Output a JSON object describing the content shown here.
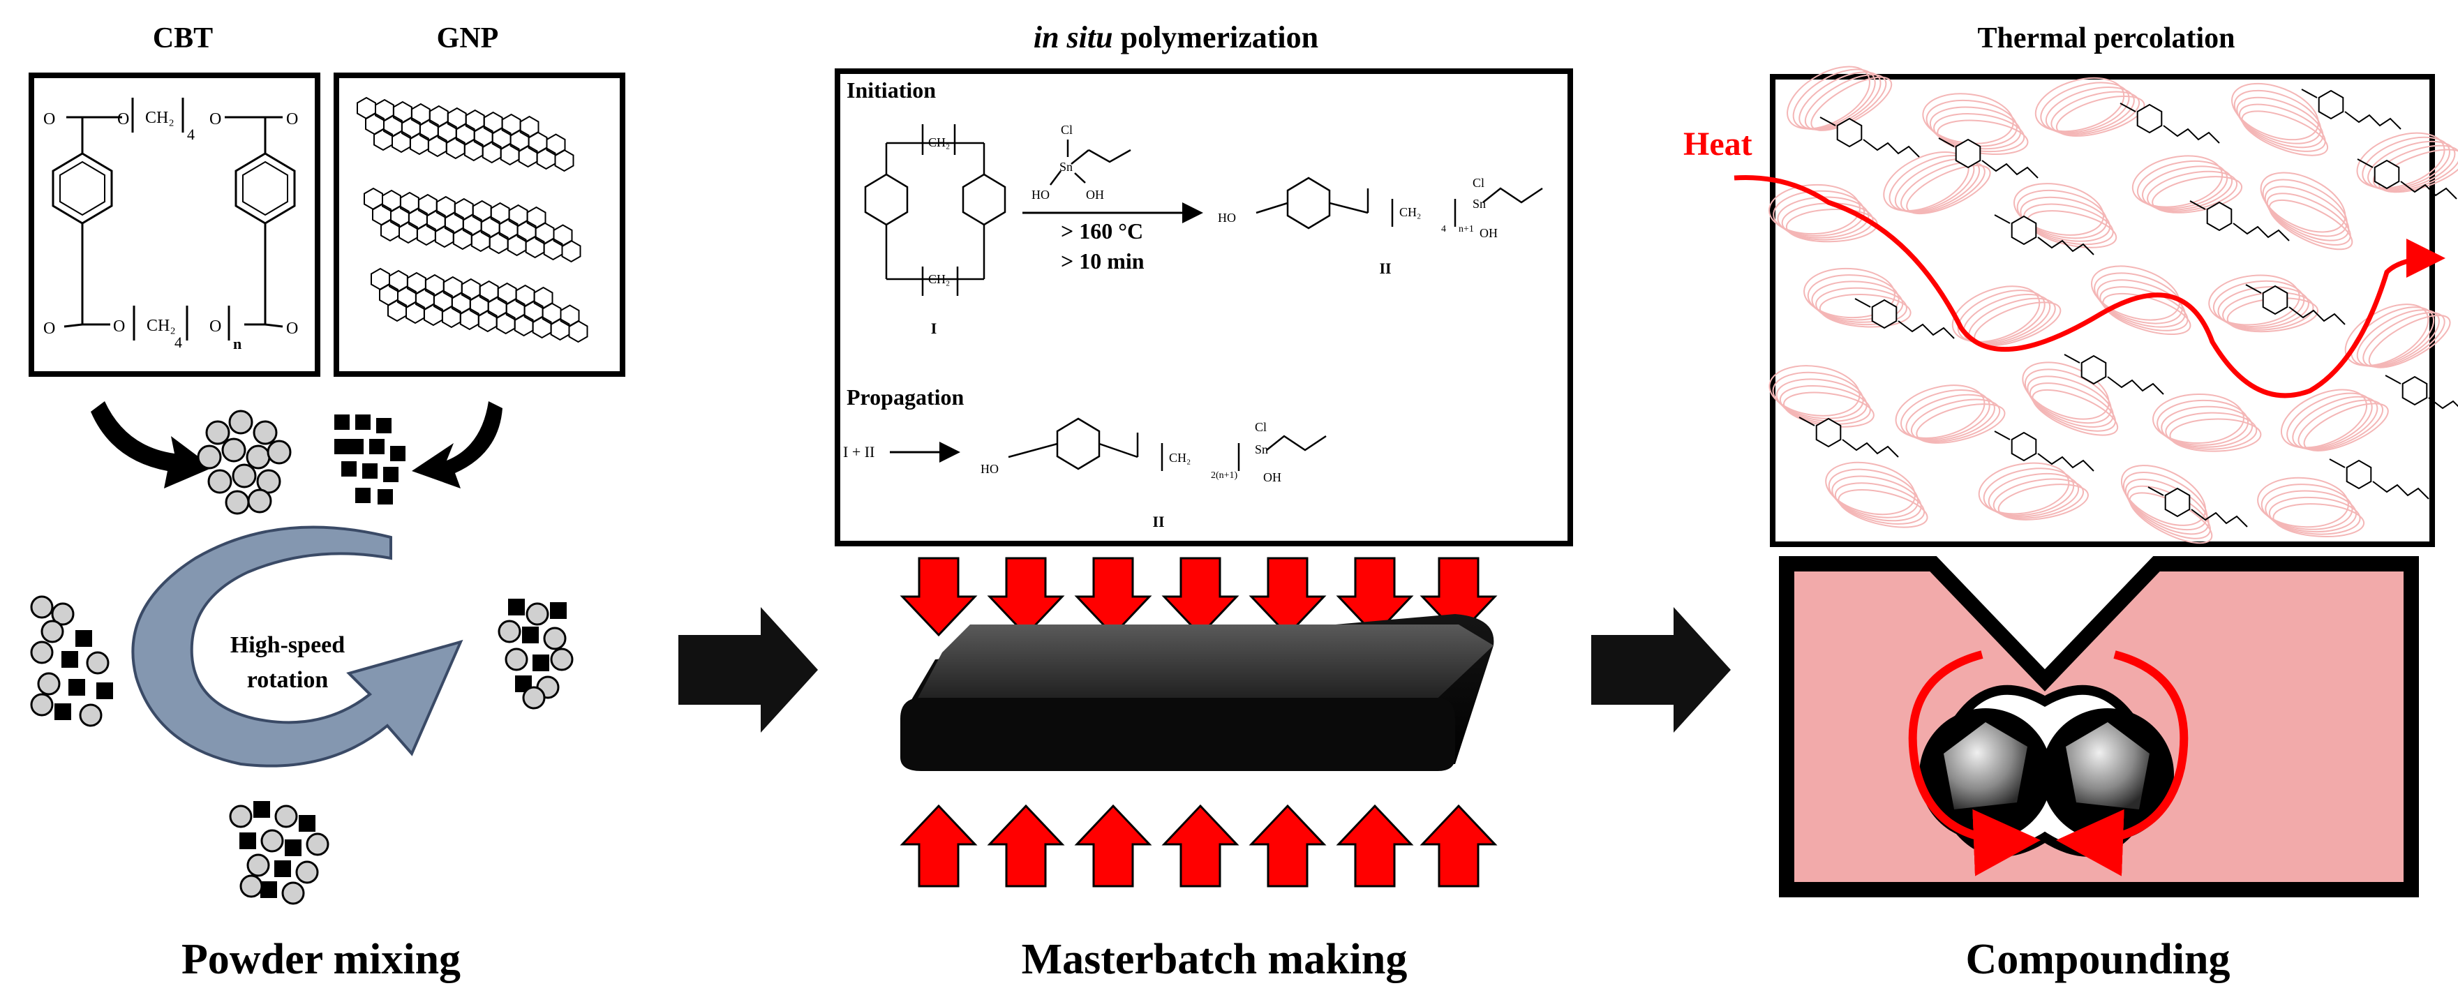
{
  "labels": {
    "cbt": "CBT",
    "gnp": "GNP",
    "insitu_italic": "in situ",
    "insitu_rest": " polymerization",
    "thermal": "Thermal percolation",
    "initiation": "Initiation",
    "propagation": "Propagation",
    "temp": "> 160 °C",
    "time": "> 10 min",
    "compound_I": "I",
    "compound_II": "II",
    "prop_reactants": "I + II",
    "high_speed_1": "High-speed",
    "high_speed_2": "rotation",
    "heat": "Heat"
  },
  "chem": {
    "ch2": "CH₂",
    "sub4": "4",
    "subn": "n",
    "sub_n1": "n+1",
    "sub_2n1": "2(n+1)",
    "cl": "Cl",
    "sn": "Sn",
    "ho": "HO",
    "oh": "OH",
    "o": "O"
  },
  "stages": {
    "powder": "Powder mixing",
    "masterbatch": "Masterbatch making",
    "compounding": "Compounding"
  },
  "colors": {
    "arrow_red": "#ff0000",
    "rotation_arrow_fill": "#8497b0",
    "extruder_fill": "#f2aaaa",
    "gnp_pink": "#f4b6b6",
    "heat_red": "#ff0000"
  }
}
